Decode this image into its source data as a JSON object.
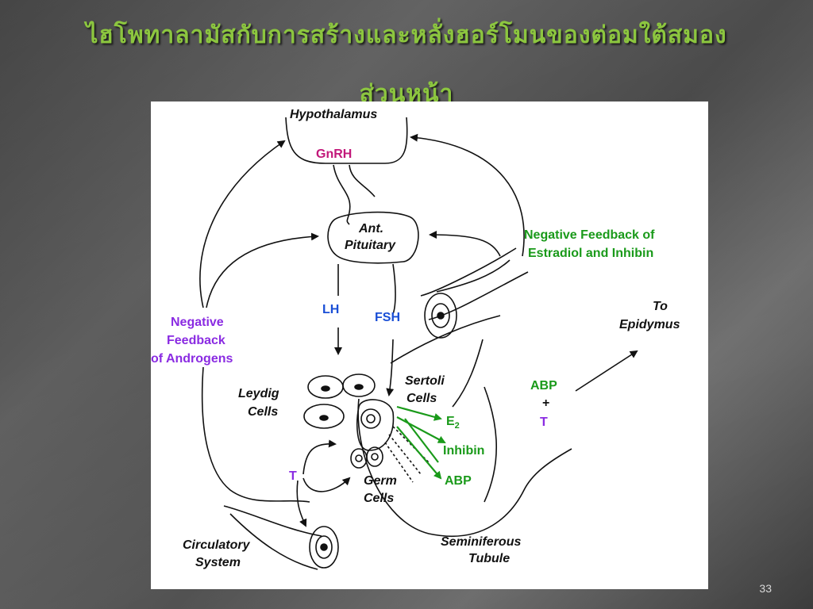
{
  "slide": {
    "title_line1": "ไฮโพทาลามัสกับการสร้างและหลั่งฮอร์โมนของต่อมใต้สมอง",
    "title_line2": "ส่วนหน้า",
    "page_number": "33"
  },
  "diagram": {
    "hypothalamus": "Hypothalamus",
    "gnrh": "GnRH",
    "ant_pituitary_line1": "Ant.",
    "ant_pituitary_line2": "Pituitary",
    "lh": "LH",
    "fsh": "FSH",
    "neg_feedback_estradiol_line1": "Negative Feedback of",
    "neg_feedback_estradiol_line2": "Estradiol and Inhibin",
    "neg_feedback_androgens_line1": "Negative",
    "neg_feedback_androgens_line2": "Feedback",
    "neg_feedback_androgens_line3": "of Androgens",
    "to_epidymus_line1": "To",
    "to_epidymus_line2": "Epidymus",
    "abp_top": "ABP",
    "plus": "+",
    "t_right": "T",
    "leydig_line1": "Leydig",
    "leydig_line2": "Cells",
    "sertoli_line1": "Sertoli",
    "sertoli_line2": "Cells",
    "e2": "E",
    "e2_sub": "2",
    "inhibin": "Inhibin",
    "abp": "ABP",
    "t_left": "T",
    "germ_line1": "Germ",
    "germ_line2": "Cells",
    "circulatory_line1": "Circulatory",
    "circulatory_line2": "System",
    "seminiferous_line1": "Seminiferous",
    "seminiferous_line2": "Tubule"
  },
  "colors": {
    "title": "#8cc63f",
    "gnrh": "#c2187a",
    "hormone_blue": "#1a4fd6",
    "feedback_green": "#1a9a1a",
    "androgen_purple": "#8a2be2"
  }
}
